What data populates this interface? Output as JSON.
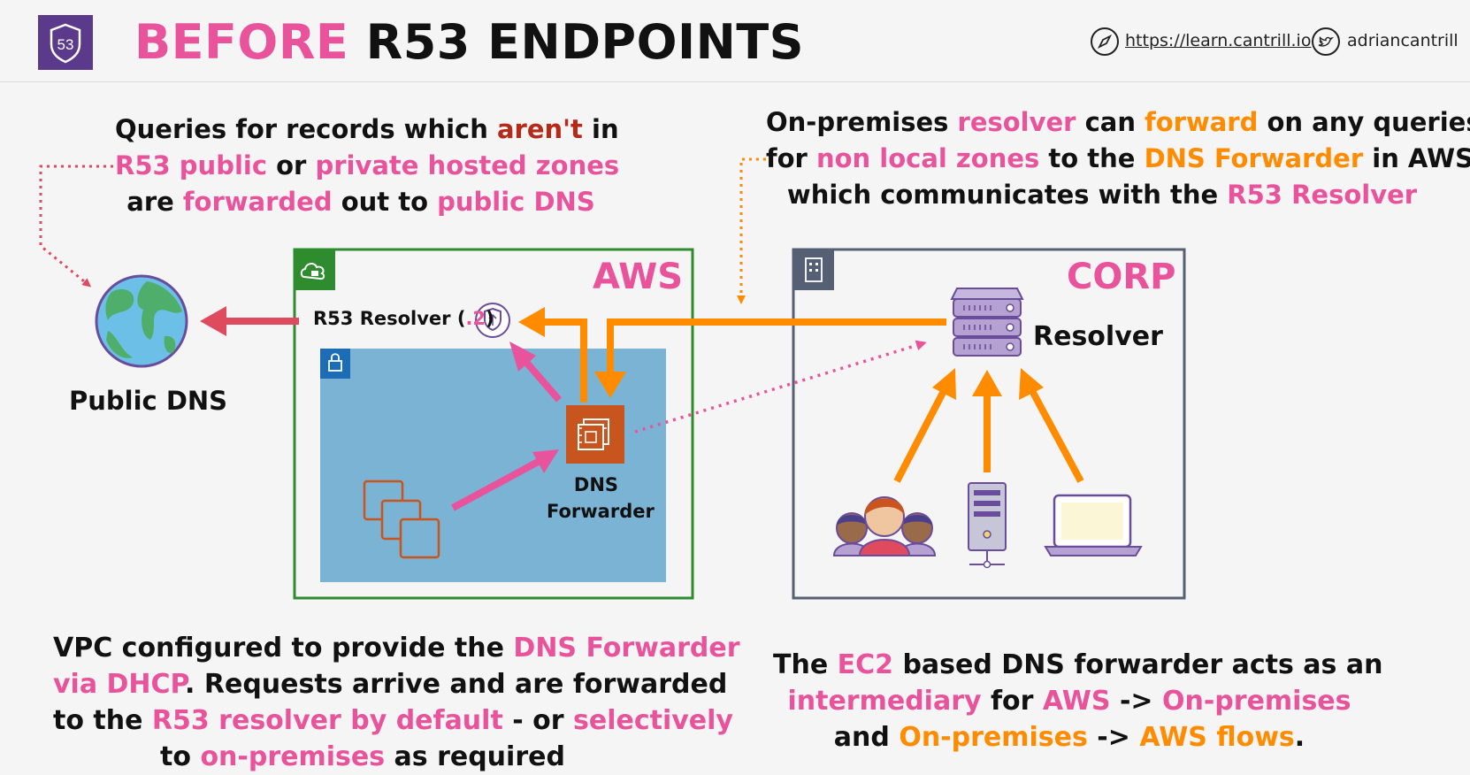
{
  "header": {
    "title_prefix": "BEFORE",
    "title_rest": "R53 ENDPOINTS",
    "logo_text": "53",
    "website": "https://learn.cantrill.io",
    "twitter": "adriancantrill"
  },
  "callouts": {
    "top_left": {
      "line1": [
        "Queries for records which ",
        "aren't",
        " in"
      ],
      "line2": [
        "R53 public",
        " or ",
        "private hosted zones"
      ],
      "line3": [
        "are ",
        "forwarded",
        " out to ",
        "public DNS"
      ]
    },
    "top_right": {
      "line1": [
        "On-premises ",
        "resolver",
        " can ",
        "forward",
        " on any queries"
      ],
      "line2": [
        "for ",
        "non local zones",
        " to the ",
        "DNS Forwarder",
        " in AWS -"
      ],
      "line3": [
        "which communicates with the ",
        "R53 Resolver"
      ]
    },
    "bottom_left": {
      "line1": [
        "VPC configured to provide the ",
        "DNS Forwarder"
      ],
      "line2": [
        "via DHCP",
        ". Requests arrive and are forwarded"
      ],
      "line3": [
        "to the ",
        "R53 resolver by default",
        " - or ",
        "selectively"
      ],
      "line4": [
        "to ",
        "on-premises",
        " as required"
      ]
    },
    "bottom_right": {
      "line1": [
        "The ",
        "EC2",
        " based DNS forwarder acts as an"
      ],
      "line2": [
        "intermediary",
        " for ",
        "AWS",
        " -> ",
        "On-premises"
      ],
      "line3": [
        "and ",
        "On-premises",
        " -> ",
        "AWS flows",
        "."
      ]
    }
  },
  "diagram": {
    "public_dns_label": "Public DNS",
    "aws_label": "AWS",
    "corp_label": "CORP",
    "r53_resolver_label_a": "R53 Resolver (",
    "r53_resolver_label_b": ".2",
    "r53_resolver_label_c": ")",
    "dns_forwarder_line1": "DNS",
    "dns_forwarder_line2": "Forwarder",
    "resolver_label": "Resolver"
  },
  "icons": [
    "route53-icon",
    "compass-icon",
    "twitter-icon",
    "globe-icon",
    "cloud-lock-icon",
    "lock-icon",
    "building-icon",
    "resolver-shield-icon",
    "ec2-chip-icon",
    "instances-icon",
    "server-rack-icon",
    "users-icon",
    "desktop-tower-icon",
    "laptop-icon"
  ],
  "colors": {
    "pink": "#e8539b",
    "orange": "#ff8c00",
    "red_accent": "#b52a18",
    "aws_border": "#2e8b2e",
    "corp_border": "#566074",
    "vpc_fill": "#7bb3d4",
    "ec2_fill": "#c8541e",
    "arrow_red": "#e04a5f",
    "logo_purple": "#5b3a8c"
  }
}
